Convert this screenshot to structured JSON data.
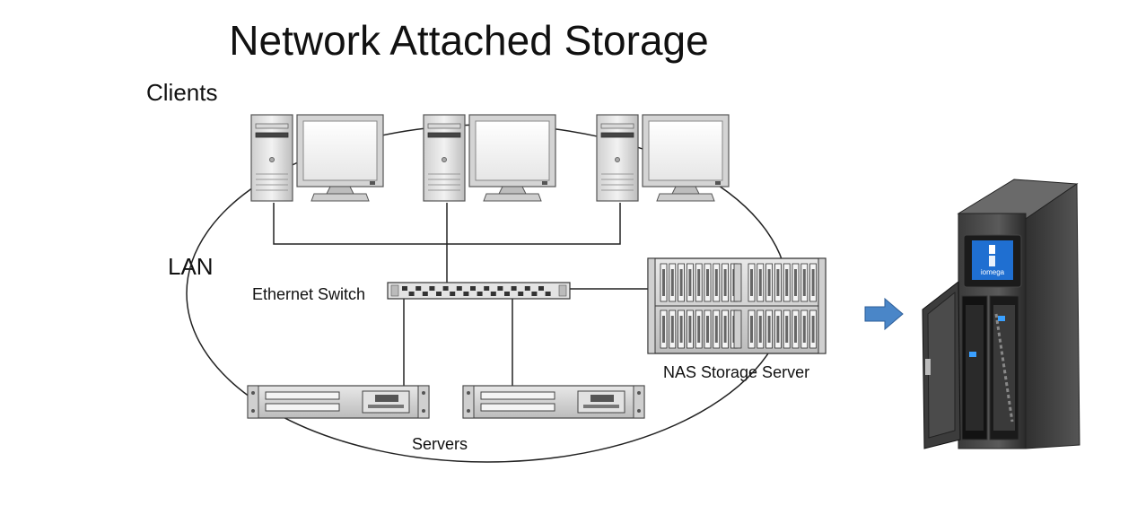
{
  "title": "Network Attached Storage",
  "labels": {
    "clients": "Clients",
    "lan": "LAN",
    "ethernet_switch": "Ethernet Switch",
    "nas_storage_server": "NAS Storage Server",
    "servers": "Servers"
  },
  "device_brand": "iomega",
  "icons": {
    "client": "desktop-computer-icon",
    "switch": "network-switch-icon",
    "nas": "nas-rack-icon",
    "server": "rack-server-icon",
    "arrow": "right-arrow-icon",
    "device": "nas-device-photo"
  },
  "colors": {
    "arrow": "#4a86c8",
    "device_screen": "#1f6fd1",
    "line": "#333333"
  }
}
